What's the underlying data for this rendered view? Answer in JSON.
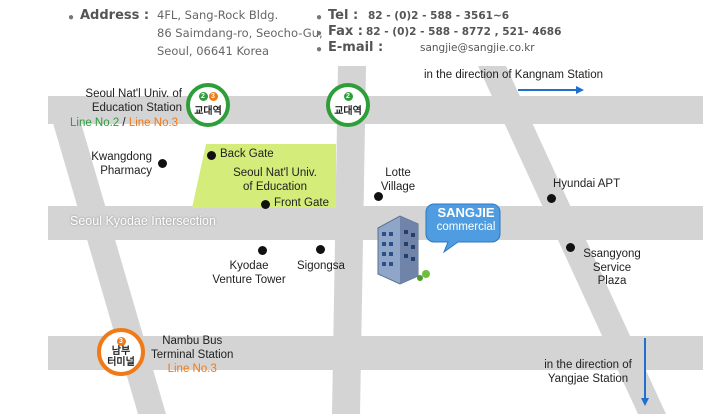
{
  "header": {
    "address_label": "Address :",
    "address_lines": [
      "4FL, Sang-Rock Bldg.",
      "86 Saimdang-ro, Seocho-Gu,",
      "Seoul, 06641 Korea"
    ],
    "tel_label": "Tel :",
    "tel_value": "82 - (0)2 - 588 - 3561~6",
    "fax_label": "Fax :",
    "fax_value": "82 - (0)2 - 588 - 8772 , 521- 4686",
    "email_label": "E-mail :",
    "email_value": "sangjie@sangjie.co.kr"
  },
  "map": {
    "direction_top": "in the direction of Kangnam Station",
    "direction_bottom_1": "in the direction of",
    "direction_bottom_2": "Yangjae Station",
    "station_education_1": "Seoul Nat'l Univ. of",
    "station_education_2": "Education Station",
    "line2": "Line No.2",
    "line_sep": " / ",
    "line3": "Line No.3",
    "station_kr_1": "교대역",
    "station_kr_2": "교대역",
    "station_nambu_kr_1": "남부",
    "station_nambu_kr_2": "터미널",
    "nambu_1": "Nambu Bus",
    "nambu_2": "Terminal Station",
    "nambu_line": "Line No.3",
    "kwangdong_1": "Kwangdong",
    "kwangdong_2": "Pharmacy",
    "back_gate": "Back Gate",
    "univ_1": "Seoul Nat'l Univ.",
    "univ_2": "of Education",
    "front_gate": "Front Gate",
    "lotte_1": "Lotte",
    "lotte_2": "Village",
    "hyundai": "Hyundai APT",
    "intersection": "Seoul Kyodae Intersection",
    "kyodae_1": "Kyodae",
    "kyodae_2": "Venture Tower",
    "sigongsa": "Sigongsa",
    "ssangyong_1": "Ssangyong",
    "ssangyong_2": "Service",
    "ssangyong_3": "Plaza",
    "sangjie_1": "SANGJIE",
    "sangjie_2": "commercial",
    "num2": "2",
    "num3": "3",
    "colors": {
      "road": "#d4d4d4",
      "line2": "#2e9e3a",
      "line3": "#f07a18",
      "park": "#d4ec7a",
      "arrow": "#1f6fd0",
      "bubble": "#4f9de0"
    },
    "icons": [
      "arrow-right-icon",
      "arrow-down-icon",
      "building-icon"
    ]
  }
}
